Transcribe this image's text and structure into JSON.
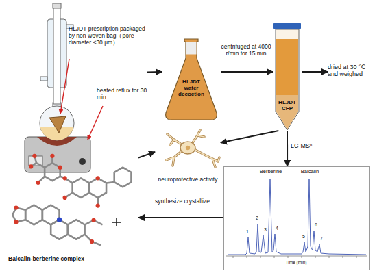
{
  "diagram": {
    "nodes": [
      {
        "text": [
          "HLJDT prescription packaged by non-woven bag（pore diameter <30 μm）",
          "heated reflux for 30 min"
        ]
      },
      {
        "text": [
          "HLJDT water decoction"
        ]
      },
      {
        "text": [
          "HLJDT CFP"
        ]
      },
      {
        "text": [
          "dried at 30 ℃ and weighed"
        ]
      },
      {
        "text": [
          "neuroprotective activity"
        ]
      },
      {
        "text": [
          "Berberine",
          "Baicalin"
        ]
      },
      {
        "text": [
          "Baicalin-berberine complex"
        ]
      }
    ],
    "edges": [
      {
        "from": 0,
        "to": 1,
        "arrow": "to"
      },
      {
        "from": 1,
        "to": 2,
        "label": "centrifuged at 4000 r/min for 15 min",
        "arrow": "to"
      },
      {
        "from": 2,
        "to": 3,
        "arrow": "to"
      },
      {
        "from": 2,
        "to": 4,
        "arrow": "to"
      },
      {
        "from": 2,
        "to": 5,
        "label": "LC-MSⁿ",
        "arrow": "to"
      },
      {
        "from": 5,
        "to": 6,
        "label": "synthesize crystallize",
        "arrow": "to"
      },
      {
        "from": 6,
        "to": 4,
        "arrow": "to"
      }
    ],
    "labels": [
      "1",
      "2",
      "3",
      "4",
      "5",
      "6",
      "7",
      "Time (min)"
    ]
  }
}
